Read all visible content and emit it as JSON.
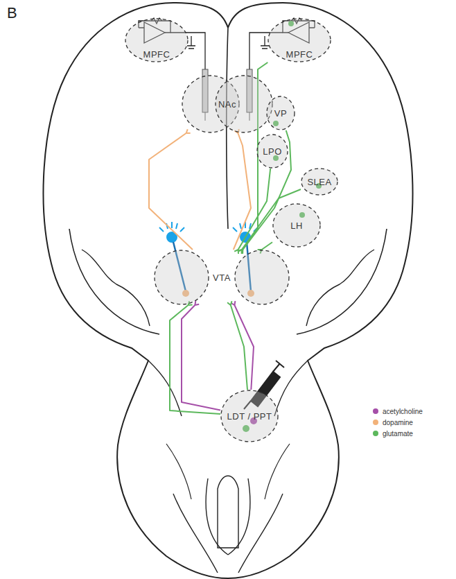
{
  "diagram": {
    "nodes": [
      {
        "text": [
          "MPFC"
        ]
      },
      {
        "text": [
          "MPFC"
        ]
      },
      {
        "text": [
          "NAc"
        ]
      },
      {
        "text": [
          "VP"
        ]
      },
      {
        "text": [
          "LPO"
        ]
      },
      {
        "text": [
          "SLEA"
        ]
      },
      {
        "text": [
          "LH"
        ]
      },
      {
        "text": [
          "VTA"
        ]
      },
      {
        "text": [
          "LDT / PPT"
        ]
      }
    ],
    "edges": [
      {
        "from": 7,
        "to": 2,
        "arrow": "none"
      },
      {
        "from": 7,
        "to": 2,
        "arrow": "none"
      },
      {
        "from": 1,
        "to": 7,
        "arrow": "none"
      },
      {
        "from": 3,
        "to": 7,
        "arrow": "none"
      },
      {
        "from": 4,
        "to": 7,
        "arrow": "none"
      },
      {
        "from": 5,
        "to": 7,
        "arrow": "none"
      },
      {
        "from": 6,
        "to": 7,
        "arrow": "none"
      },
      {
        "from": 8,
        "to": 7,
        "arrow": "none"
      },
      {
        "from": 8,
        "to": 7,
        "arrow": "none"
      },
      {
        "from": 8,
        "to": 7,
        "arrow": "none"
      },
      {
        "from": 8,
        "to": 7,
        "arrow": "none"
      }
    ],
    "labels": [
      "B"
    ],
    "legend": [
      {
        "text": "acetylcholine",
        "color": "#a54fa8"
      },
      {
        "text": "dopamine",
        "color": "#f2b27a"
      },
      {
        "text": "glutamate",
        "color": "#5cb85c"
      }
    ]
  }
}
